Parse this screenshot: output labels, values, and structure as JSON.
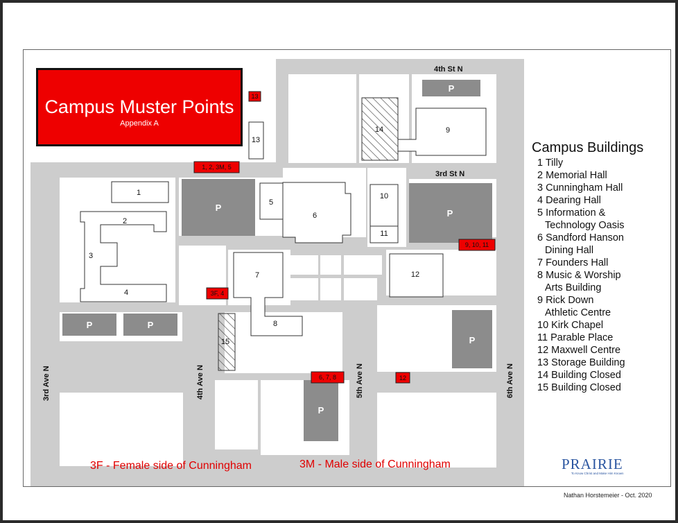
{
  "title": {
    "main": "Campus Muster Points",
    "sub": "Appendix A"
  },
  "legend": {
    "title": "Campus Buildings",
    "items": [
      "1 Tilly",
      "2 Memorial Hall",
      "3 Cunningham Hall",
      "4 Dearing Hall",
      "5 Information &",
      "Technology Oasis",
      "6 Sandford Hanson",
      "Dining Hall",
      "7 Founders Hall",
      "8 Music & Worship",
      "Arts Building",
      "9 Rick Down",
      "Athletic Centre",
      "10 Kirk Chapel",
      "11 Parable Place",
      "12 Maxwell Centre",
      "13 Storage Building",
      "14 Building Closed",
      "15 Building Closed"
    ]
  },
  "streets": {
    "fourth_st": "4th St N",
    "third_st": "3rd St N",
    "third_ave": "3rd Ave N",
    "fourth_ave": "4th Ave N",
    "fifth_ave": "5th Ave N",
    "sixth_ave": "6th Ave N"
  },
  "parking_label": "P",
  "buildings": [
    "1",
    "2",
    "3",
    "4",
    "5",
    "6",
    "7",
    "8",
    "9",
    "10",
    "11",
    "12",
    "13",
    "14",
    "15"
  ],
  "muster_points": [
    {
      "label": "13"
    },
    {
      "label": "1, 2, 3M, 5"
    },
    {
      "label": "3F, 4"
    },
    {
      "label": "9, 10, 11"
    },
    {
      "label": "6, 7, 8"
    },
    {
      "label": "12"
    }
  ],
  "notes": {
    "female": "3F - Female side of Cunningham",
    "male": "3M - Male side of Cunningham"
  },
  "credit": "Nathan Horstemeier - Oct. 2020",
  "logo": {
    "name": "PRAIRIE",
    "tagline": "To Know Christ and Make Him Known"
  },
  "colors": {
    "muster": "#ee0000",
    "parking": "#8c8c8c",
    "street": "#cdcdcd",
    "block": "#ffffff"
  }
}
